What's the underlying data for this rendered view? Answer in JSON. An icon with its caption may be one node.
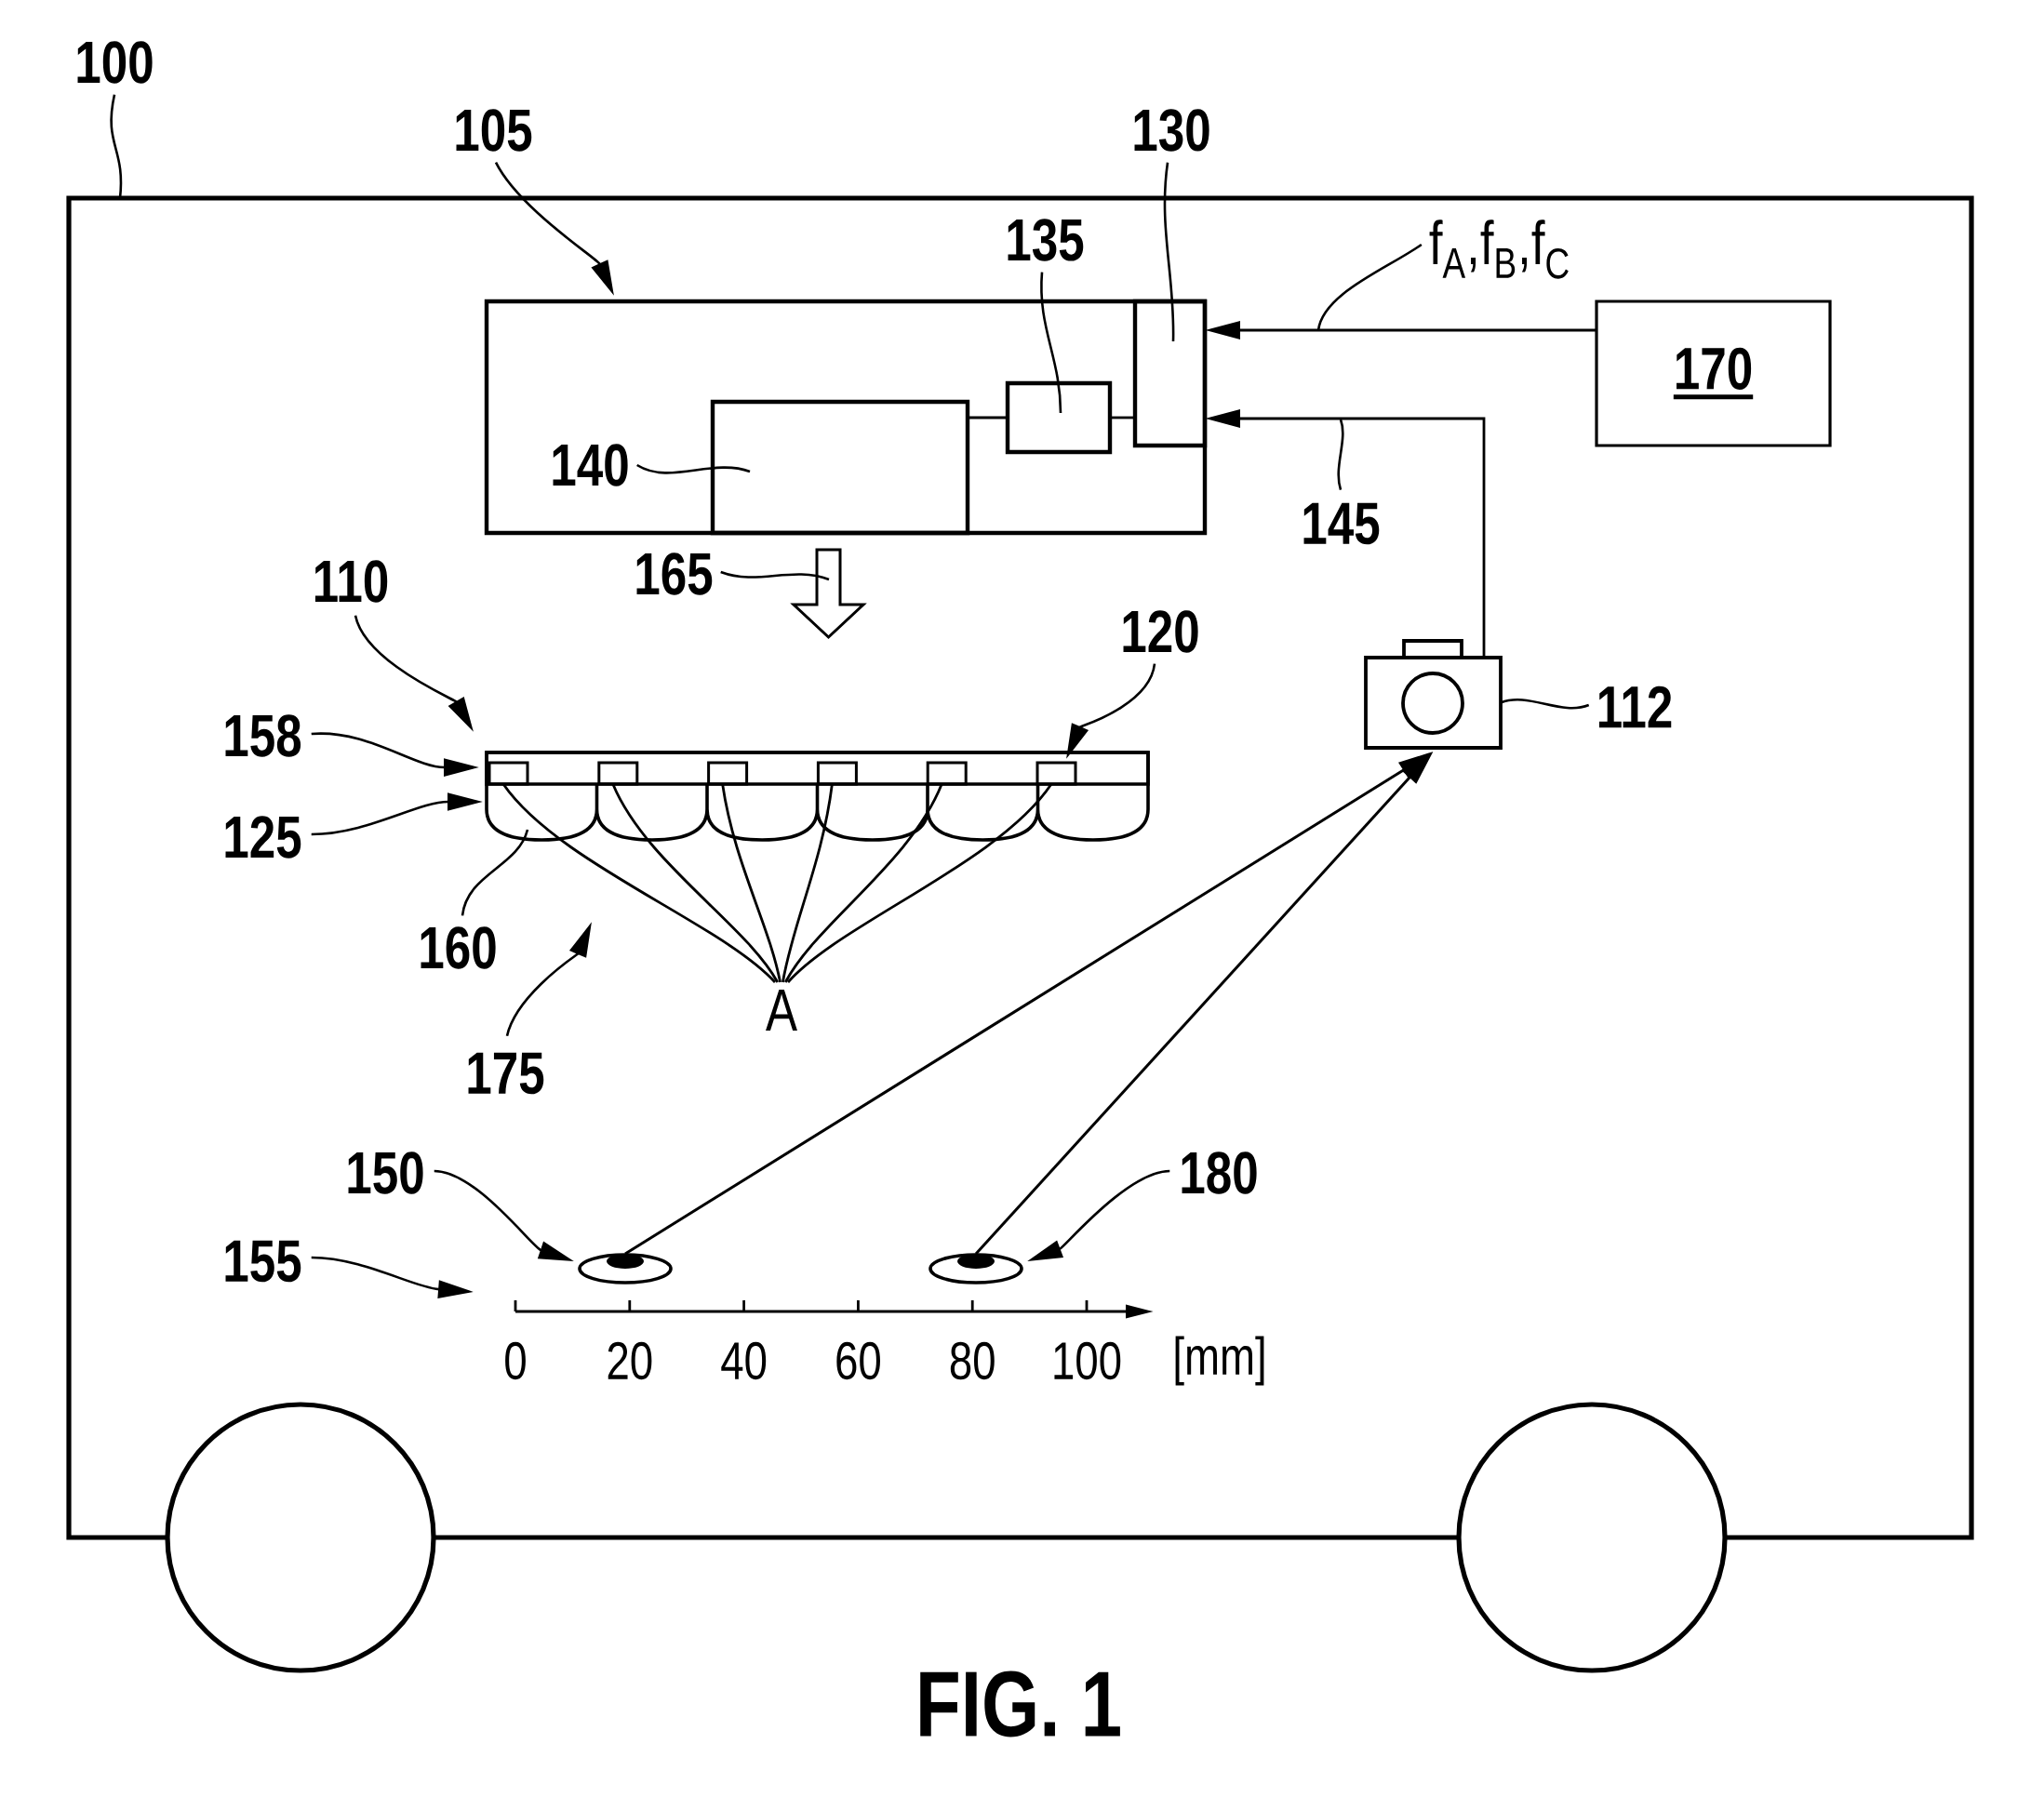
{
  "diagram": {
    "caption": "FIG. 1",
    "nodes": [
      {
        "text": [
          "100"
        ]
      },
      {
        "text": [],
        "shape": "box"
      },
      {
        "text": [
          "105"
        ]
      },
      {
        "text": [
          "130"
        ]
      },
      {
        "text": [],
        "shape": "box",
        "in": 1
      },
      {
        "text": [
          "135"
        ],
        "in": 1
      },
      {
        "text": [
          "f$_{A}$,f$_{B}$,f$_{C}$"
        ],
        "in": 1
      },
      {
        "text": [],
        "shape": "box",
        "in": 4
      },
      {
        "text": [
          "170"
        ],
        "in": 1
      },
      {
        "text": [],
        "shape": "box",
        "in": 4
      },
      {
        "text": [
          "140"
        ],
        "in": 4
      },
      {
        "text": [],
        "shape": "box",
        "in": 4
      },
      {
        "text": [
          "145"
        ],
        "in": 1
      },
      {
        "text": [
          "165"
        ],
        "in": 1
      },
      {
        "text": [],
        "shape": "arrow",
        "in": 1
      },
      {
        "text": [
          "110"
        ],
        "in": 1
      },
      {
        "text": [
          "120"
        ],
        "in": 1
      },
      {
        "text": [
          "158"
        ],
        "in": 1
      },
      {
        "text": [],
        "shape": "camera",
        "in": 1
      },
      {
        "text": [
          "112"
        ],
        "in": 1
      },
      {
        "text": [],
        "shape": "lamp",
        "in": 1
      },
      {
        "text": [],
        "shape": "box",
        "in": 20
      },
      {
        "text": [],
        "shape": "box",
        "in": 21
      },
      {
        "text": [],
        "shape": "box",
        "in": 21
      },
      {
        "text": [],
        "shape": "box",
        "in": 21
      },
      {
        "text": [],
        "shape": "box",
        "in": 21
      },
      {
        "text": [],
        "shape": "box",
        "in": 21
      },
      {
        "text": [],
        "shape": "box",
        "in": 21
      },
      {
        "text": [
          "125"
        ],
        "in": 1
      },
      {
        "text": [
          "160"
        ],
        "in": 1
      },
      {
        "text": [
          "A"
        ],
        "in": 1
      },
      {
        "text": [
          "175"
        ],
        "in": 1
      },
      {
        "text": [
          "150"
        ],
        "in": 1
      },
      {
        "text": [
          "180"
        ],
        "in": 1
      },
      {
        "text": [],
        "shape": "eye",
        "in": 1
      },
      {
        "text": [],
        "shape": "eye",
        "in": 1
      },
      {
        "text": [
          "155"
        ],
        "in": 1
      }
    ],
    "edges": [
      {
        "from": 0,
        "to": 1,
        "arrow": "none"
      },
      {
        "from": 2,
        "to": 4,
        "arrow": "to"
      },
      {
        "from": 3,
        "to": 7,
        "arrow": "none"
      },
      {
        "from": 5,
        "to": 9,
        "arrow": "none"
      },
      {
        "from": 8,
        "to": 7,
        "arrow": "to"
      },
      {
        "from": 18,
        "to": 7,
        "arrow": "to"
      },
      {
        "from": 11,
        "to": 9,
        "arrow": "none"
      },
      {
        "from": 9,
        "to": 7,
        "arrow": "none"
      },
      {
        "from": 10,
        "to": 11,
        "arrow": "none"
      },
      {
        "from": 6,
        "to": null,
        "arrow": "none"
      },
      {
        "from": 12,
        "to": null,
        "arrow": "none"
      },
      {
        "from": 13,
        "to": 14,
        "arrow": "none"
      },
      {
        "from": 15,
        "to": 20,
        "arrow": "to"
      },
      {
        "from": 16,
        "to": 27,
        "arrow": "to"
      },
      {
        "from": 17,
        "to": 21,
        "arrow": "to"
      },
      {
        "from": 19,
        "to": 18,
        "arrow": "none"
      },
      {
        "from": 28,
        "to": 20,
        "arrow": "to"
      },
      {
        "from": 29,
        "to": 20,
        "arrow": "none"
      },
      {
        "from": 22,
        "to": 30,
        "arrow": "none"
      },
      {
        "from": 23,
        "to": 30,
        "arrow": "none"
      },
      {
        "from": 24,
        "to": 30,
        "arrow": "none"
      },
      {
        "from": 25,
        "to": 30,
        "arrow": "none"
      },
      {
        "from": 26,
        "to": 30,
        "arrow": "none"
      },
      {
        "from": 27,
        "to": 30,
        "arrow": "none"
      },
      {
        "from": 31,
        "to": null,
        "arrow": "to"
      },
      {
        "from": 34,
        "to": 18,
        "arrow": "to"
      },
      {
        "from": 35,
        "to": 18,
        "arrow": "to"
      },
      {
        "from": 32,
        "to": 34,
        "arrow": "to"
      },
      {
        "from": 33,
        "to": 35,
        "arrow": "to"
      },
      {
        "from": 36,
        "to": null,
        "arrow": "to"
      }
    ],
    "labels": [
      "0",
      "20",
      "40",
      "60",
      "80",
      "100",
      "[mm]"
    ]
  }
}
